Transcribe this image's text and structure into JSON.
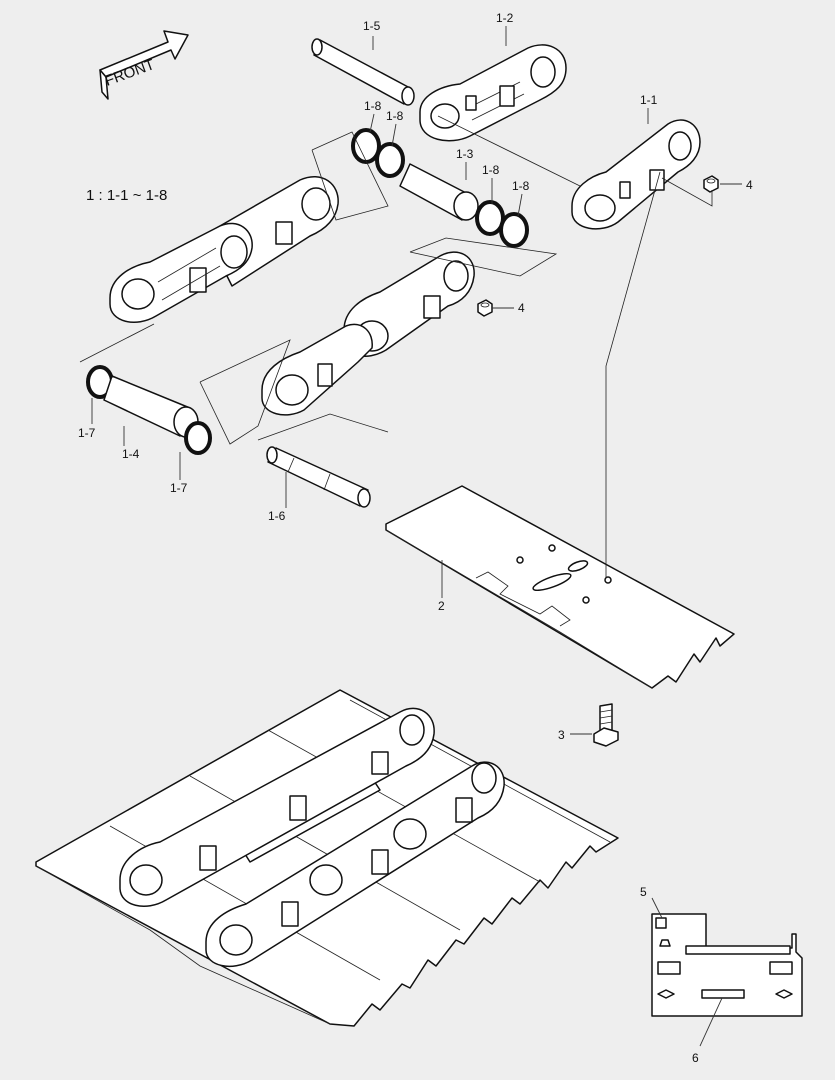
{
  "header": {
    "assembly_note": "1 : 1-1 ~ 1-8",
    "front_arrow": "FRONT"
  },
  "callouts": {
    "c1_1": "1-1",
    "c1_2": "1-2",
    "c1_3": "1-3",
    "c1_4": "1-4",
    "c1_5": "1-5",
    "c1_6": "1-6",
    "c1_7a": "1-7",
    "c1_7b": "1-7",
    "c1_8a": "1-8",
    "c1_8b": "1-8",
    "c1_8c": "1-8",
    "c1_8d": "1-8",
    "c2": "2",
    "c3": "3",
    "c4a": "4",
    "c4b": "4",
    "c5": "5",
    "c6": "6"
  }
}
